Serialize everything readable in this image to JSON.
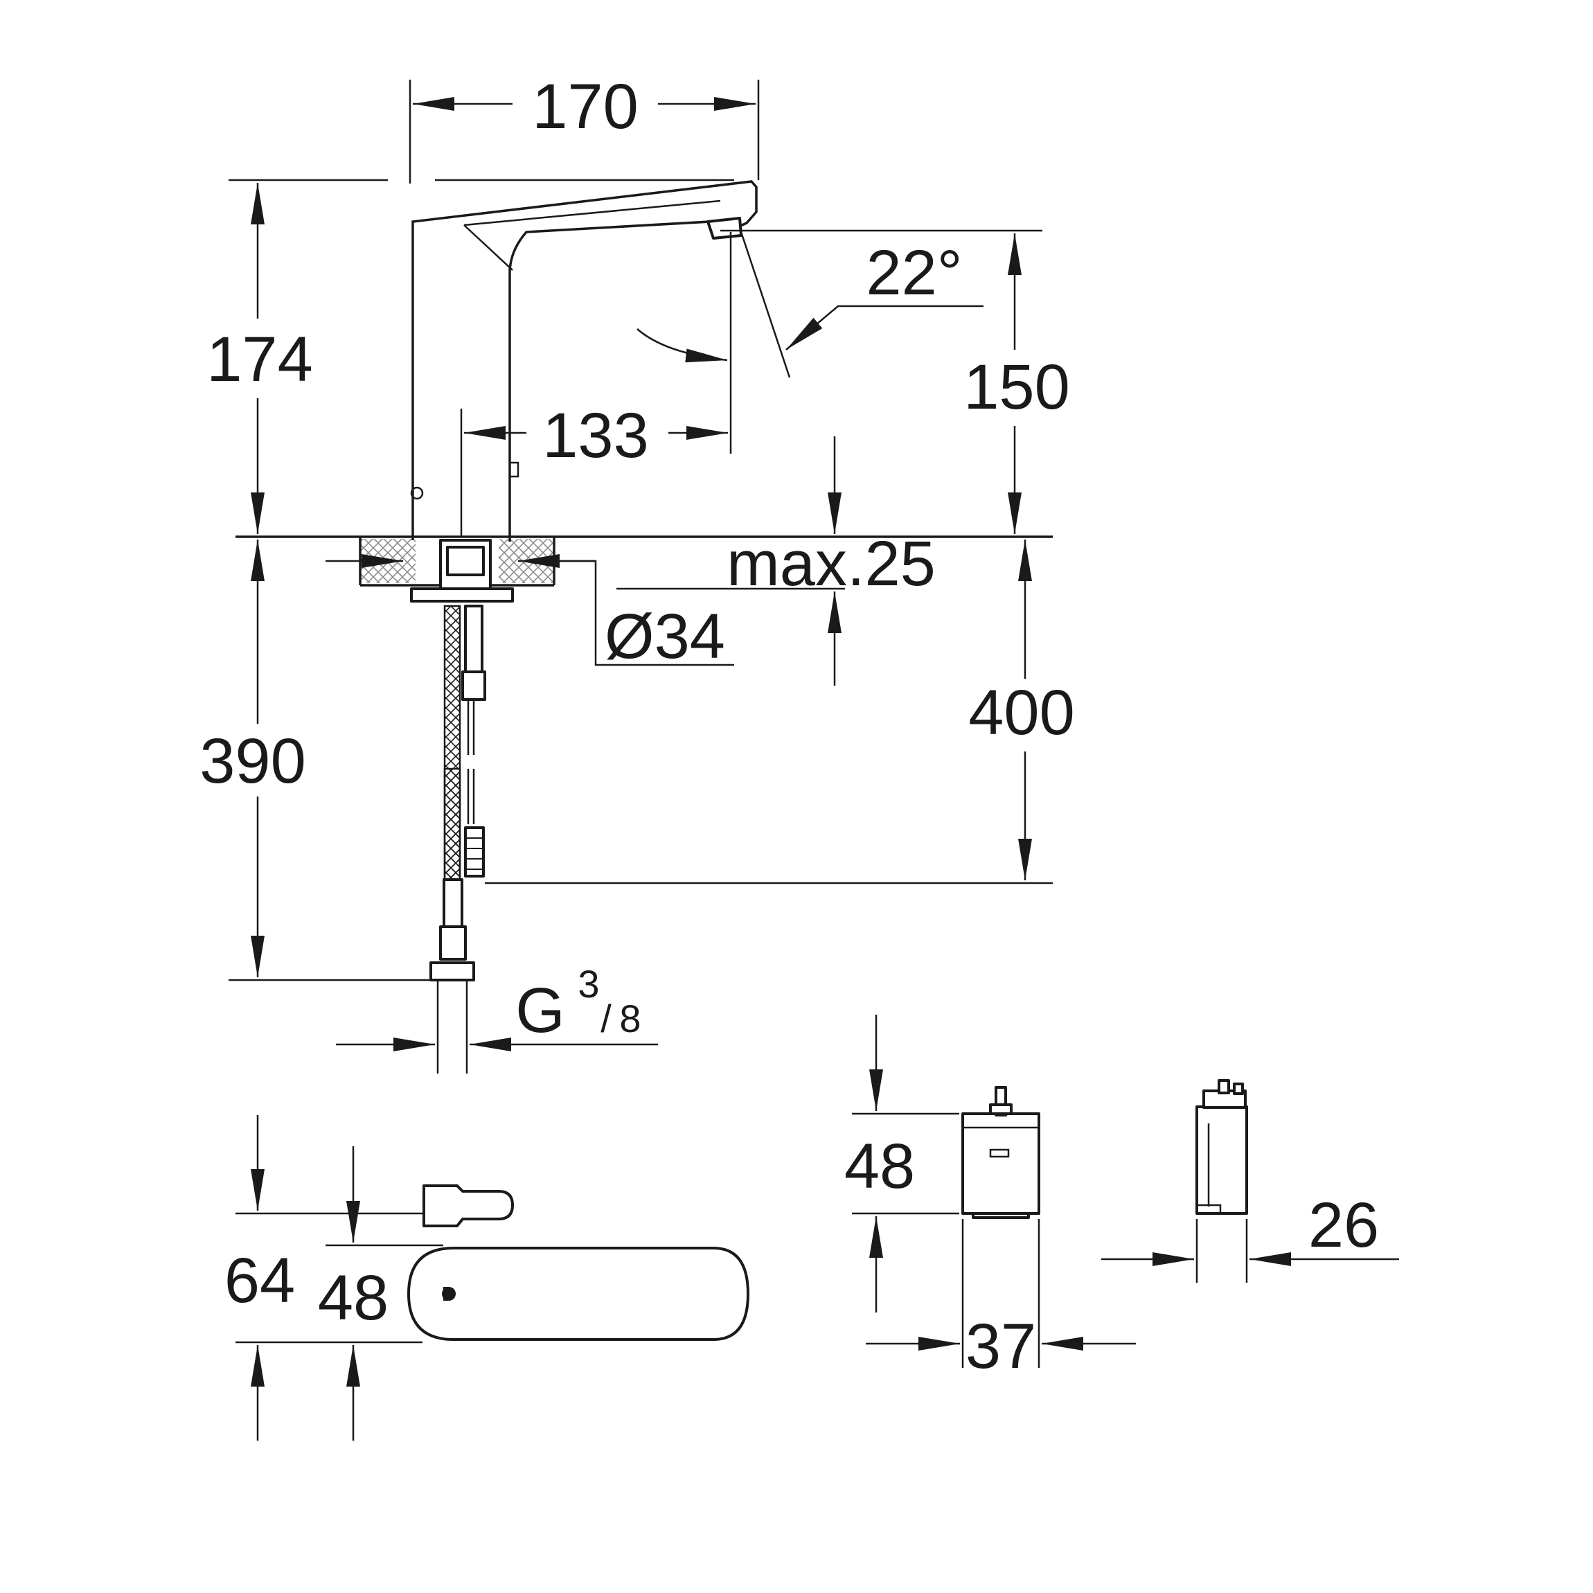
{
  "dimensions": {
    "spout_width": "170",
    "body_height": "174",
    "spout_reach": "133",
    "spout_angle": "22°",
    "outlet_height": "150",
    "max_deck_thickness": "max.25",
    "hole_diameter": "Ø34",
    "hose_length_hot": "390",
    "hose_length_cold": "400",
    "thread_prefix": "G",
    "thread_num": "3",
    "thread_den": "8",
    "lever_depth": "64",
    "body_depth": "48",
    "box_height": "48",
    "box_width": "37",
    "box_depth": "26"
  }
}
